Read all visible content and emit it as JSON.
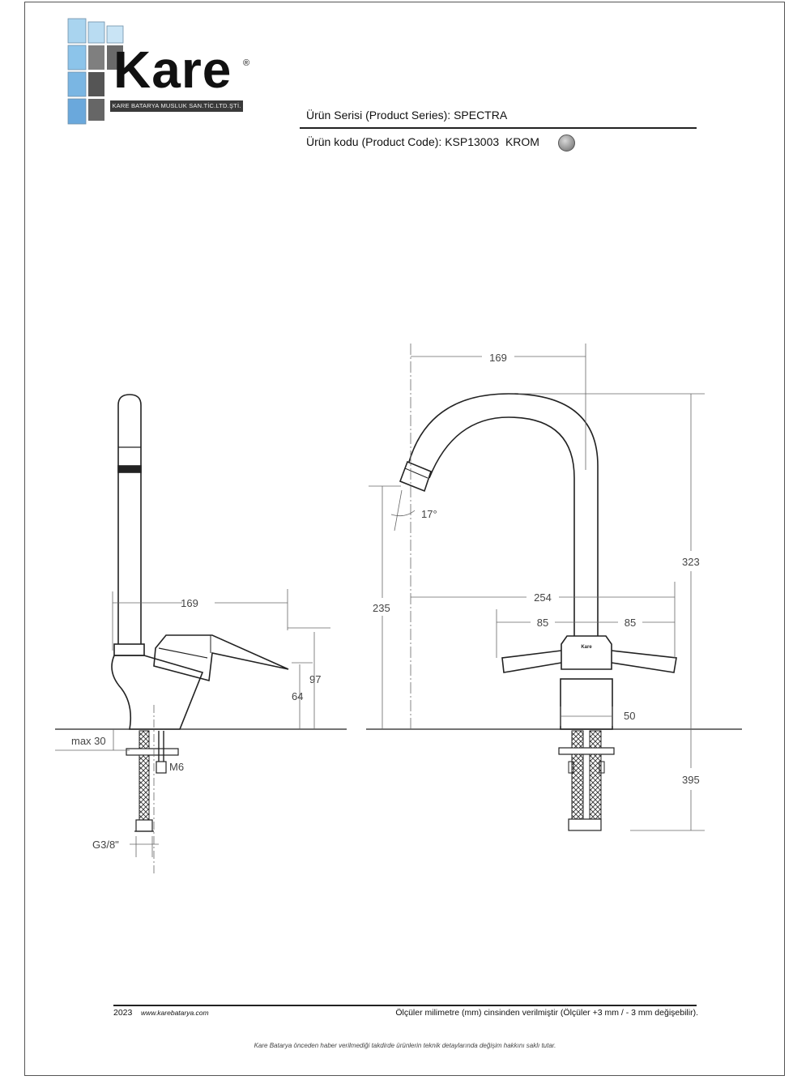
{
  "brand": {
    "name": "Kare",
    "registered": "®",
    "subtitle": "KARE BATARYA MUSLUK SAN.TİC.LTD.ŞTİ."
  },
  "header": {
    "series_label": "Ürün Serisi (Product Series):",
    "series_value": "SPECTRA",
    "code_label": "Ürün kodu (Product Code):",
    "code_value": "KSP13003",
    "finish": "KROM",
    "finish_color": "#9a9a9a"
  },
  "side_view": {
    "width": "169",
    "height_97": "97",
    "height_64": "64",
    "max_thickness": "max 30",
    "bolt": "M6",
    "thread": "G3/8\""
  },
  "front_view": {
    "top_width": "169",
    "spout_angle": "17°",
    "spout_height": "235",
    "total_height": "323",
    "handle_span": "254",
    "left_offset": "85",
    "right_offset": "85",
    "body_width": "50",
    "hose_length": "395",
    "body_mark": "Kare"
  },
  "footer": {
    "year": "2023",
    "website": "www.karebatarya.com",
    "note": "Ölçüler milimetre (mm) cinsinden verilmiştir (Ölçüler  +3 mm / - 3 mm değişebilir).",
    "disclaimer": "Kare Batarya önceden haber verilmediği takdirde ürünlerin teknik detaylarında değişim hakkını saklı tutar."
  }
}
